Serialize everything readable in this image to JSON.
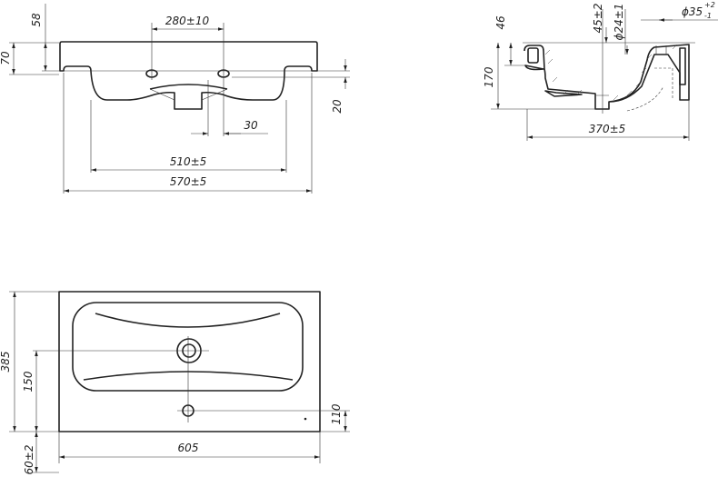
{
  "drawing": {
    "front_view": {
      "dims": {
        "hole_spacing": "280±10",
        "overflow_height": "58",
        "rim_height": "70",
        "hole_offset": "20",
        "hole_width": "30",
        "bowl_width": "510±5",
        "overall_width": "570±5"
      }
    },
    "side_view": {
      "dims": {
        "bowl_depth_top": "46",
        "overall_height": "170",
        "drain_depth": "45±2",
        "drain_diameter": "ϕ24±1",
        "overflow_diameter": "ϕ35",
        "overflow_tol_upper": "+2",
        "overflow_tol_lower": "-1",
        "overall_depth": "370±5"
      }
    },
    "top_view": {
      "dims": {
        "depth": "385",
        "drain_offset": "150",
        "faucet_offset": "110",
        "width": "605",
        "front_overhang": "60±2"
      }
    },
    "colors": {
      "line": "#222222",
      "background": "#ffffff"
    }
  }
}
